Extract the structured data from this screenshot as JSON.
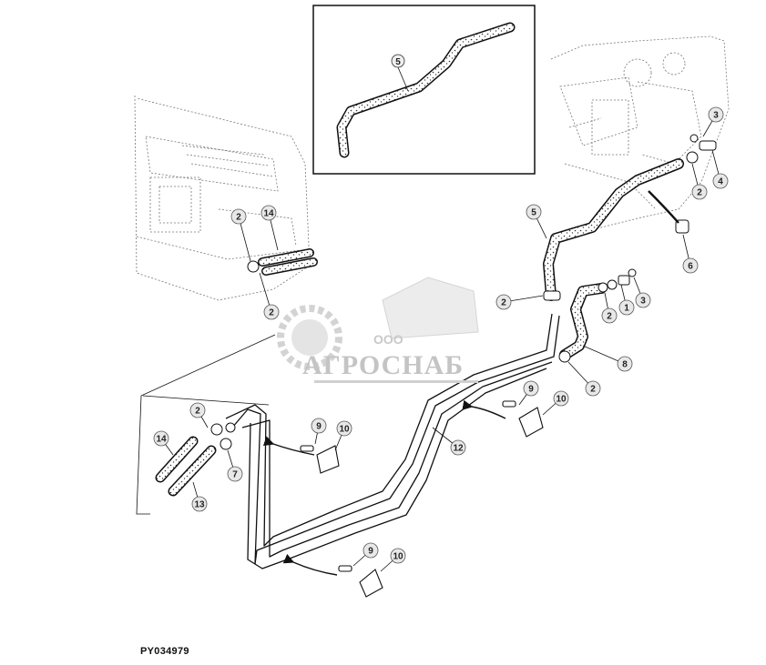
{
  "figure_ref": "PY034979",
  "watermark": {
    "company_type": "ООО",
    "company_name": "АГРОСНАБ"
  },
  "inset": {
    "part": "5"
  },
  "callouts": [
    {
      "id": "c-3a",
      "text": "3"
    },
    {
      "id": "c-4",
      "text": "4"
    },
    {
      "id": "c-2a",
      "text": "2"
    },
    {
      "id": "c-6",
      "text": "6"
    },
    {
      "id": "c-5",
      "text": "5"
    },
    {
      "id": "c-2b",
      "text": "2"
    },
    {
      "id": "c-2c",
      "text": "2"
    },
    {
      "id": "c-1",
      "text": "1"
    },
    {
      "id": "c-3b",
      "text": "3"
    },
    {
      "id": "c-8",
      "text": "8"
    },
    {
      "id": "c-2d",
      "text": "2"
    },
    {
      "id": "c-9a",
      "text": "9"
    },
    {
      "id": "c-10a",
      "text": "10"
    },
    {
      "id": "c-12",
      "text": "12"
    },
    {
      "id": "c-9b",
      "text": "9"
    },
    {
      "id": "c-10b",
      "text": "10"
    },
    {
      "id": "c-2e",
      "text": "2"
    },
    {
      "id": "c-14a",
      "text": "14"
    },
    {
      "id": "c-7",
      "text": "7"
    },
    {
      "id": "c-13",
      "text": "13"
    },
    {
      "id": "c-9c",
      "text": "9"
    },
    {
      "id": "c-10c",
      "text": "10"
    },
    {
      "id": "c-2f",
      "text": "2"
    },
    {
      "id": "c-14b",
      "text": "14"
    },
    {
      "id": "c-2g",
      "text": "2"
    }
  ]
}
